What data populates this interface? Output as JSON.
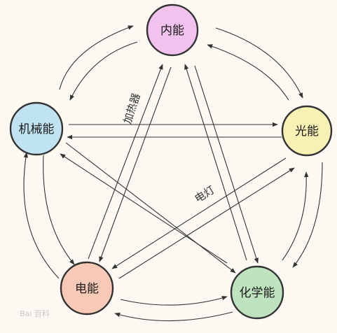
{
  "nodes": {
    "neineng": {
      "label": "内能",
      "color": "#f1c2ee"
    },
    "guangneng": {
      "label": "光能",
      "color": "#f7f2b4"
    },
    "huaxueneng": {
      "label": "化学能",
      "color": "#bfe3bf"
    },
    "dianneng": {
      "label": "电能",
      "color": "#f8c9b6"
    },
    "jixieneng": {
      "label": "机械能",
      "color": "#bfe3f1"
    }
  },
  "edge_labels": {
    "heater": "加热器",
    "lamp": "电灯"
  },
  "watermark": "Bai 百科"
}
